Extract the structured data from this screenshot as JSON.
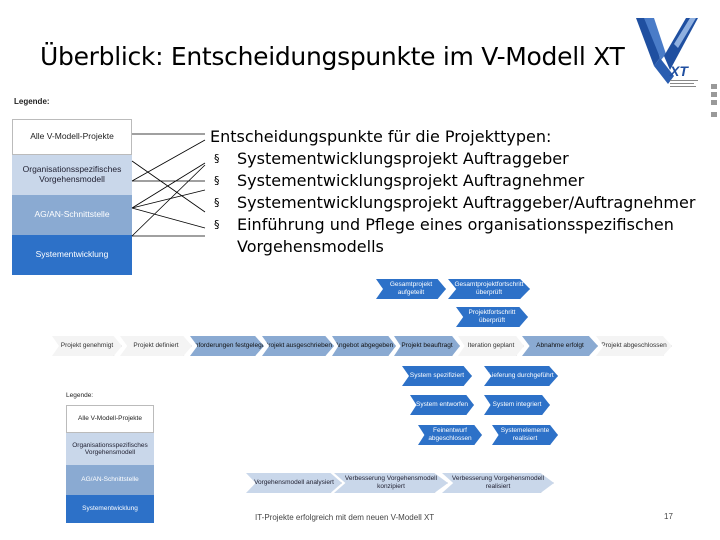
{
  "title": "Überblick: Entscheidungspunkte im V-Modell XT",
  "logo": {
    "text": "XT"
  },
  "legend_top": {
    "label": "Legende:",
    "items": [
      "Alle V-Modell-Projekte",
      "Organisationsspezifisches Vorgehensmodell",
      "AG/AN-Schnittstelle",
      "Systementwicklung"
    ]
  },
  "content": {
    "heading": "Entscheidungspunkte für die Projekttypen:",
    "bullet_glyph": "§",
    "items": [
      "Systementwicklungsprojekt Auftraggeber",
      "Systementwicklungsprojekt Auftragnehmer",
      "Systementwicklungsprojekt Auftraggeber/Auftragnehmer",
      "Einführung und Pflege eines organisationsspezifischen",
      "Vorgehensmodells"
    ]
  },
  "diagram": {
    "row_main": [
      "Projekt genehmigt",
      "Projekt definiert",
      "Anforderungen festgelegt",
      "Projekt ausgeschrieben",
      "Angebot abgegeben",
      "Projekt beauftragt",
      "Iteration geplant",
      "Abnahme erfolgt",
      "Projekt abgeschlossen"
    ],
    "top_left": "Gesamtprojekt aufgeteilt",
    "top_right": "Gesamtprojektfortschritt überprüft",
    "top_mid": "Projektfortschritt überprüft",
    "v_left": [
      "System spezifiziert",
      "System entworfen",
      "Feinentwurf abgeschlossen"
    ],
    "v_right": [
      "Lieferung durchgeführt",
      "System integriert",
      "Systemelemente realisiert"
    ],
    "bottom": [
      "Vorgehensmodell analysiert",
      "Verbesserung Vorgehensmodell konzipiert",
      "Verbesserung Vorgehensmodell realisiert"
    ]
  },
  "legend_bottom": {
    "label": "Legende:",
    "items": [
      "Alle V-Modell-Projekte",
      "Organisationsspezifisches Vorgehensmodell",
      "AG/AN-Schnittstelle",
      "Systementwicklung"
    ]
  },
  "footer": "IT-Projekte erfolgreich mit dem neuen V-Modell XT",
  "page_number": "17",
  "colors": {
    "legend_light": "#c9d7ea",
    "legend_mid": "#8aaad2",
    "legend_dark": "#2d71c8"
  }
}
